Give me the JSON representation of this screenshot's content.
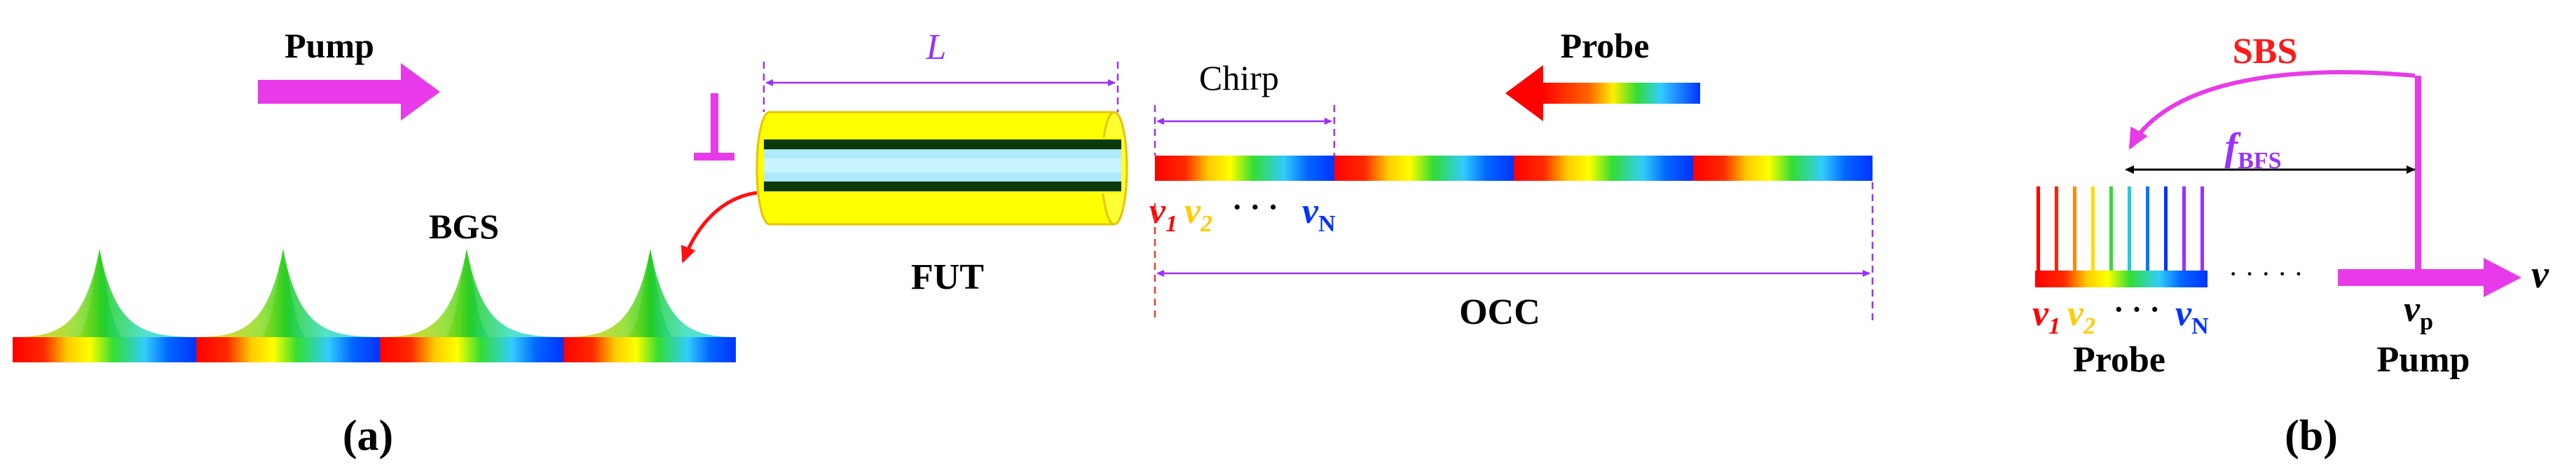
{
  "panel_a": {
    "pump_label": "Pump",
    "bgs_label": "BGS",
    "fut_label": "FUT",
    "length_label": "L",
    "chirp_label": "Chirp",
    "probe_label": "Probe",
    "occ_label": "OCC",
    "nu_symbol": "v",
    "sub_1": "1",
    "sub_2": "2",
    "sub_N": "N",
    "dots": "· · ·",
    "caption": "(a)"
  },
  "panel_b": {
    "sbs_label": "SBS",
    "fbfs_symbol": "f",
    "fbfs_sub": "BFS",
    "nu_symbol": "v",
    "sub_1": "1",
    "sub_2": "2",
    "sub_N": "N",
    "sub_p": "p",
    "dots": "· · ·",
    "dots_gap": "· · · · ·",
    "probe_label": "Probe",
    "pump_label": "Pump",
    "axis_label": "v",
    "caption": "(b)"
  },
  "colors": {
    "magenta": "#e83ae8",
    "violet": "#9b30ff",
    "red": "#ff0000",
    "orange": "#ff8c00",
    "yellow": "#ffee00",
    "green": "#22cc22",
    "cyan": "#33ccff",
    "blue": "#0044ff",
    "sbs_red": "#ff1a1a"
  }
}
